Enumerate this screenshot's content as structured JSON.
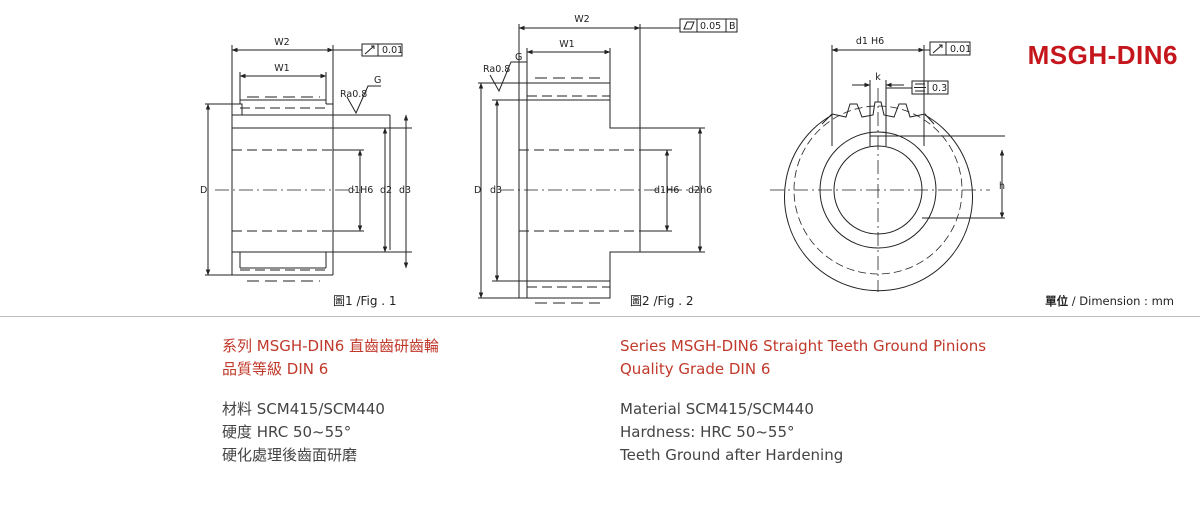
{
  "model": "MSGH-DIN6",
  "captions": {
    "fig1": "圖1 /Fig . 1",
    "fig2": "圖2 /Fig . 2"
  },
  "dimension_label": {
    "cn": "單位",
    "en": " / Dimension : mm"
  },
  "dims": {
    "w1": "W1",
    "w2": "W2",
    "d": "D",
    "d1h6": "d1H6",
    "d2": "d2",
    "d3": "d3",
    "d2h6": "d2h6",
    "ra": "Ra0.8",
    "g": "G",
    "k": "k",
    "h": "h",
    "d1h6_top": "d1 H6",
    "tol_001": "0.01",
    "tol_005": "0.05",
    "datum_b": "B",
    "tol_03": "0.3"
  },
  "left_block": {
    "series_cn": "系列 MSGH-DIN6  直齒齒研齒輪",
    "grade_cn": "品質等級 DIN 6",
    "material_cn": "材料 SCM415/SCM440",
    "hardness_cn": "硬度 HRC 50~55°",
    "process_cn": "硬化處理後齒面研磨"
  },
  "right_block": {
    "series_en": "Series MSGH-DIN6 Straight Teeth Ground Pinions",
    "grade_en": "Quality Grade DIN 6",
    "material_en": "Material SCM415/SCM440",
    "hardness_en": "Hardness: HRC 50~55°",
    "process_en": "Teeth Ground after Hardening"
  },
  "colors": {
    "brand_red": "#c4161c",
    "text_red": "#c0392b",
    "line": "#222222"
  }
}
